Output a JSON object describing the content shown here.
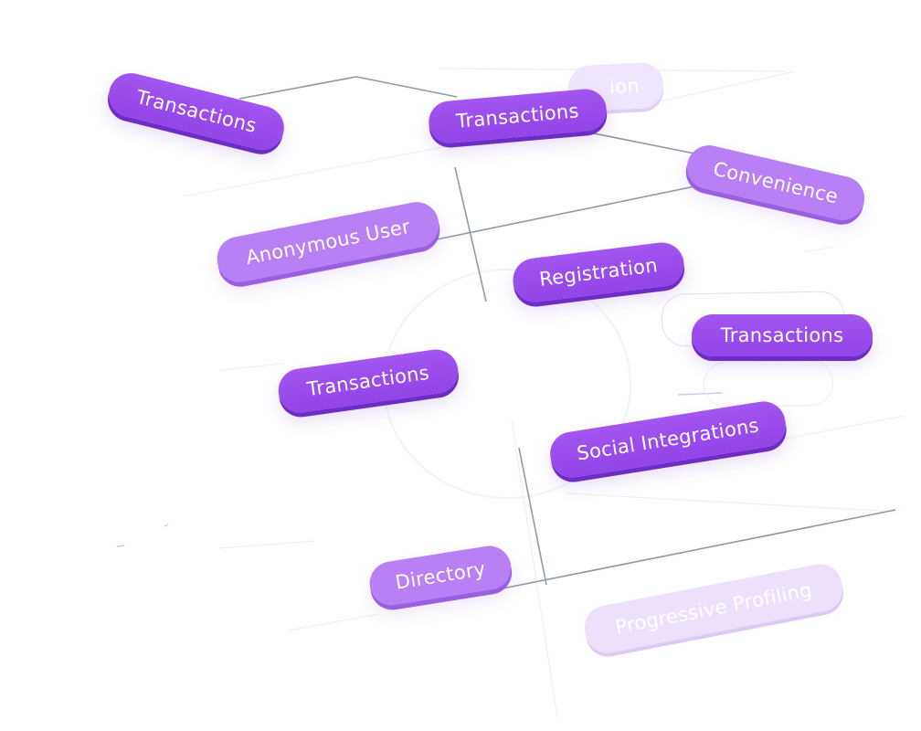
{
  "colors": {
    "dark_pill": "#9b4ded",
    "medium_pill": "#b880f4",
    "light_pill": "#ece0fb",
    "line": "#8f9aa8",
    "faint_line": "#eef0f3"
  },
  "nodes": [
    {
      "id": "n1",
      "label": "Transactions",
      "style": "dark"
    },
    {
      "id": "n2",
      "label": "ion",
      "style": "faint"
    },
    {
      "id": "n3",
      "label": "Transactions",
      "style": "dark"
    },
    {
      "id": "n4",
      "label": "Convenience",
      "style": "medium"
    },
    {
      "id": "n5",
      "label": "Anonymous User",
      "style": "medium"
    },
    {
      "id": "n6",
      "label": "Registration",
      "style": "dark"
    },
    {
      "id": "n7",
      "label": "Transactions",
      "style": "dark"
    },
    {
      "id": "n8",
      "label": "Transactions",
      "style": "dark"
    },
    {
      "id": "n9",
      "label": "Social Integrations",
      "style": "dark"
    },
    {
      "id": "n10",
      "label": "Directory",
      "style": "medium"
    },
    {
      "id": "n11",
      "label": "Progressive Profiling",
      "style": "light"
    }
  ]
}
